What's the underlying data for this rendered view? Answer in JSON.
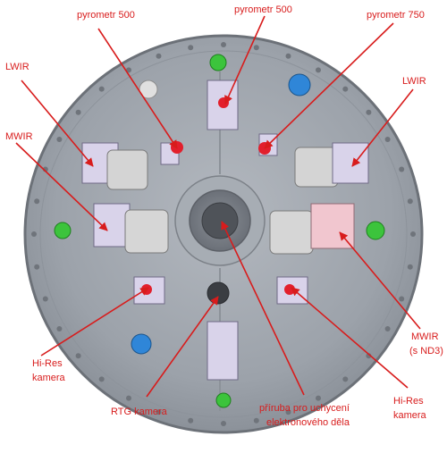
{
  "labels": {
    "pyrometr_500_left": "pyrometr 500",
    "pyrometr_500_center": "pyrometr 500",
    "pyrometr_750": "pyrometr 750",
    "lwir_left": "LWIR",
    "lwir_right": "LWIR",
    "mwir_left": "MWIR",
    "mwir_nd3_line1": "MWIR",
    "mwir_nd3_line2": "(s ND3)",
    "hires_left_line1": "Hi-Res",
    "hires_left_line2": "kamera",
    "hires_right_line1": "Hi-Res",
    "hires_right_line2": "kamera",
    "rtg_kamera": "RTG kamera",
    "priruba_line1": "příruba pro uchycení",
    "priruba_line2": "elektronového děla"
  },
  "colors": {
    "annotation": "#d81c1c",
    "plate": "#9ea4ac",
    "plate_edge": "#6c7178",
    "side_block": "#1e3fa8",
    "sensor_green": "#3cc43c",
    "sensor_blue": "#2f86d8",
    "mount_lilac": "#d9d3ea"
  }
}
